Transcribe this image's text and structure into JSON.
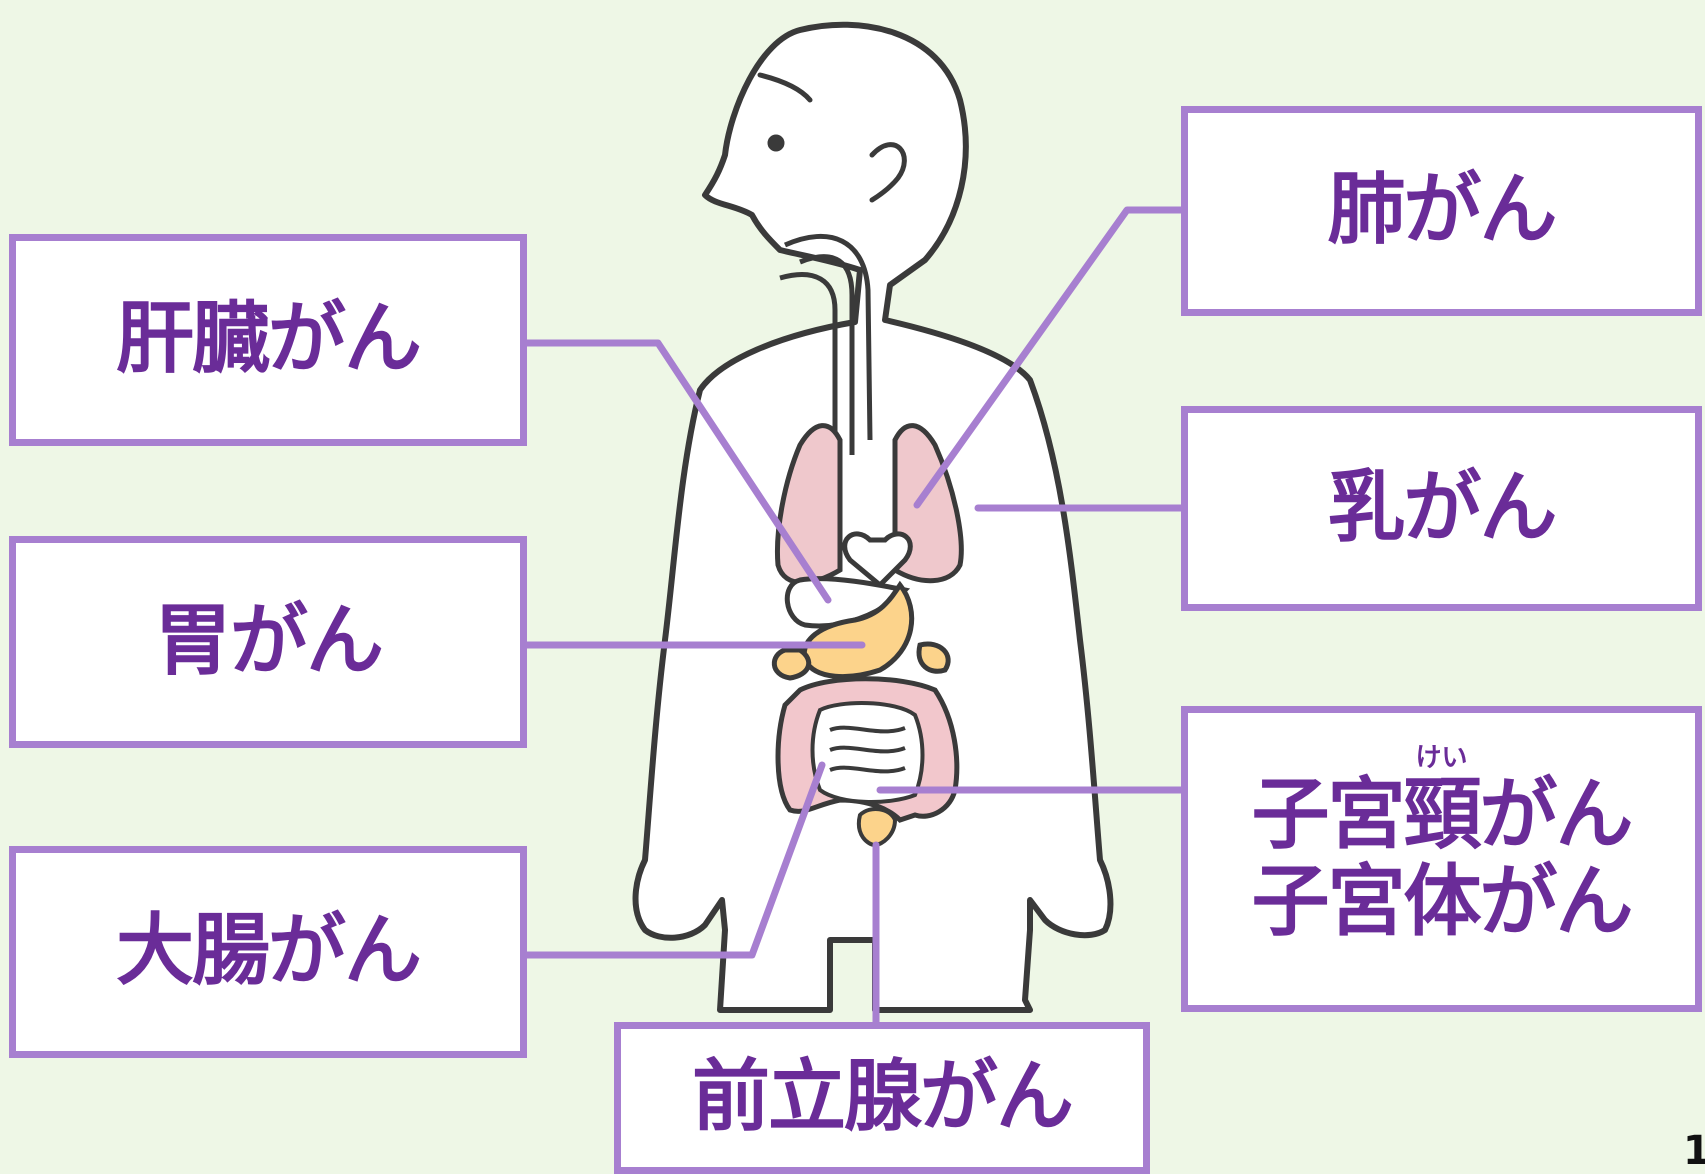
{
  "labels": {
    "liver": "肝臓がん",
    "stomach": "胃がん",
    "colon": "大腸がん",
    "prostate": "前立腺がん",
    "lung": "肺がん",
    "breast": "乳がん",
    "uterine_prefix": "子宮",
    "uterine_kanji": "頸",
    "uterine_suffix": "がん",
    "uterine_ruby": "けい",
    "uterine_body": "子宮体がん"
  },
  "page_number": "1",
  "colors": {
    "background": "#eef7e6",
    "accent": "#a77fd0",
    "label_text": "#6a2c98",
    "lung": "#efc8cc",
    "stomach": "#fcd38b",
    "intestine": "#f2c7cc",
    "outline": "#3a3a3a"
  }
}
